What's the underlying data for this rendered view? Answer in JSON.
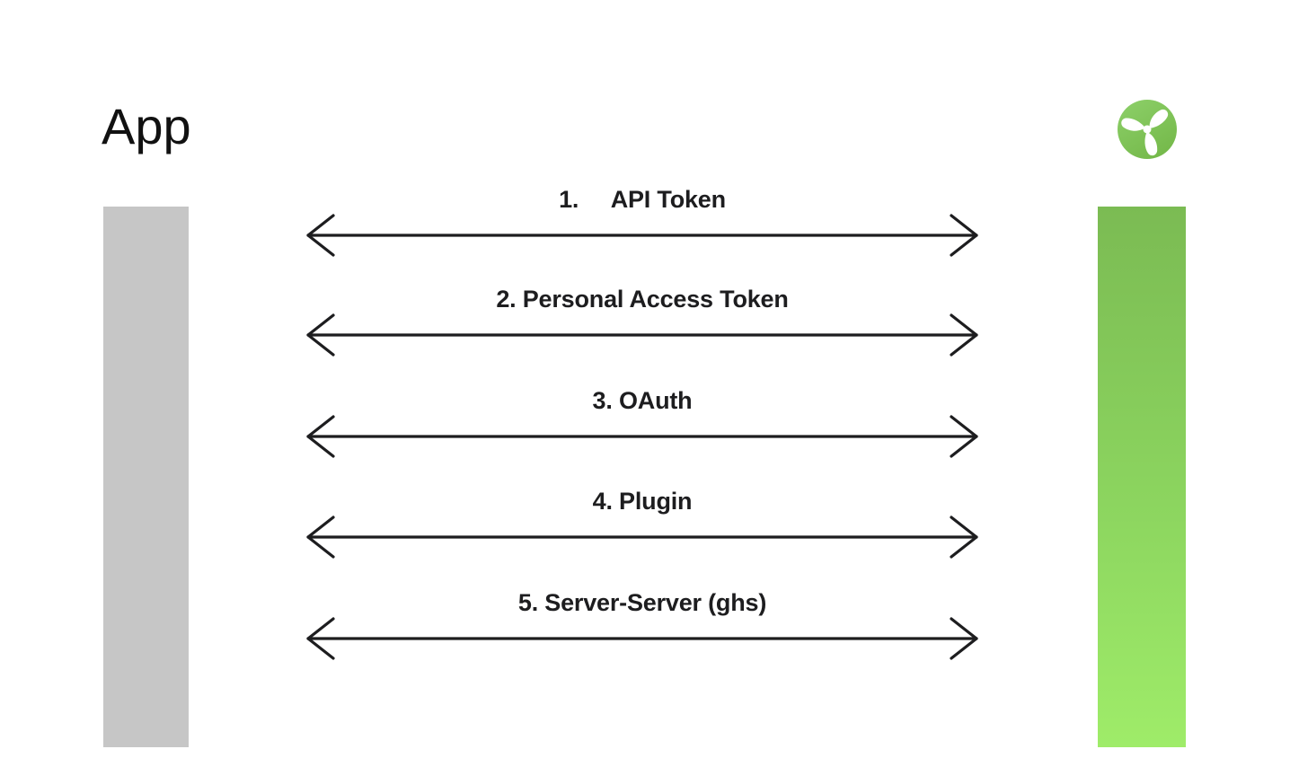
{
  "title": "App",
  "logo": {
    "icon": "turbine-propeller-icon",
    "circle_gradient_top": "#8dd069",
    "circle_gradient_bottom": "#76ba4c",
    "glyph_color": "#ffffff"
  },
  "bars": {
    "left_bar_color": "#c6c6c6",
    "right_bar_gradient_top": "#7bbb53",
    "right_bar_gradient_bottom": "#9fec69"
  },
  "connections": [
    {
      "label": "1.     API Token"
    },
    {
      "label": "2. Personal Access Token"
    },
    {
      "label": "3. OAuth"
    },
    {
      "label": "4. Plugin"
    },
    {
      "label": "5. Server-Server (ghs)"
    }
  ],
  "colors": {
    "background": "#ffffff",
    "arrow": "#1d1d1f",
    "label_text": "#1d1d1f",
    "title_text": "#111111"
  }
}
